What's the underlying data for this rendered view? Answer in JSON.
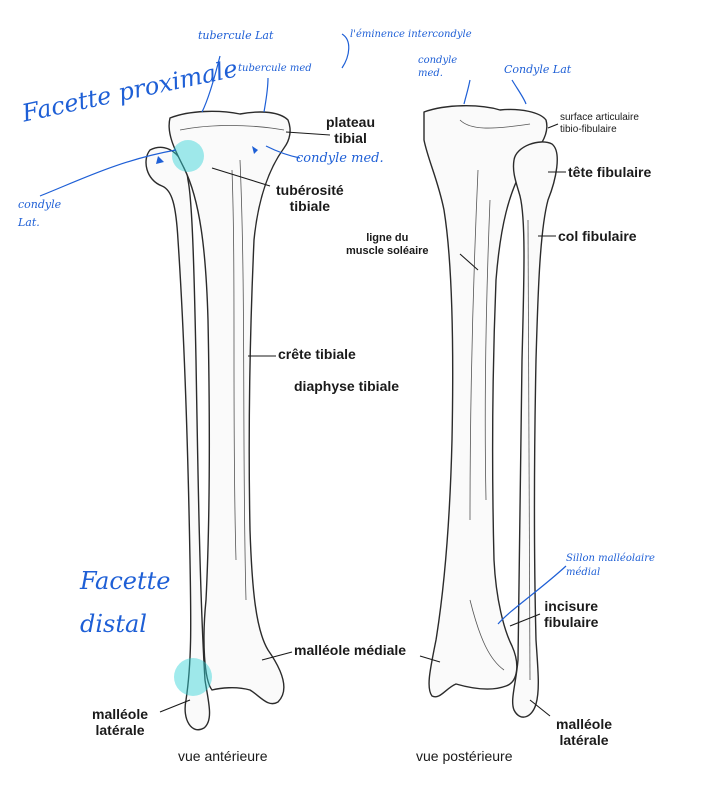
{
  "colors": {
    "ink": "#1a1a1a",
    "bone_outline": "#2b2b2b",
    "handwriting": "#1e5fd6",
    "highlight": "#2fd3d8"
  },
  "labels": {
    "plateau": "plateau\ntibial",
    "tuberosite": "tubérosité\ntibiale",
    "crete": "crête tibiale",
    "diaphyse": "diaphyse tibiale",
    "malleole_mediale": "malléole médiale",
    "malleole_laterale_ant": "malléole\nlatérale",
    "vue_anterieure": "vue antérieure",
    "surface_articulaire": "surface articulaire\ntibio-fibulaire",
    "tete_fibulaire": "tête fibulaire",
    "col_fibulaire": "col fibulaire",
    "ligne_soleaire": "ligne du\nmuscle soléaire",
    "incisure": "incisure\nfibulaire",
    "malleole_laterale_post": "malléole\nlatérale",
    "vue_posterieure": "vue postérieure"
  },
  "handwritten": {
    "tubercule_lat": "tubercule Lat",
    "eminence": "l'éminence intercondyle",
    "tubercule_med": "tubercule med",
    "facette_proximale": "Facette proximale",
    "condyle_med": "condyle med.",
    "condyle_lat_left": "condyle\nLat.",
    "condyle_med_right": "condyle\nmed.",
    "condyle_lat_right": "Condyle Lat",
    "facette_distal": "Facette\ndistal",
    "sillon": "Sillon malléolaire\nmédial"
  }
}
